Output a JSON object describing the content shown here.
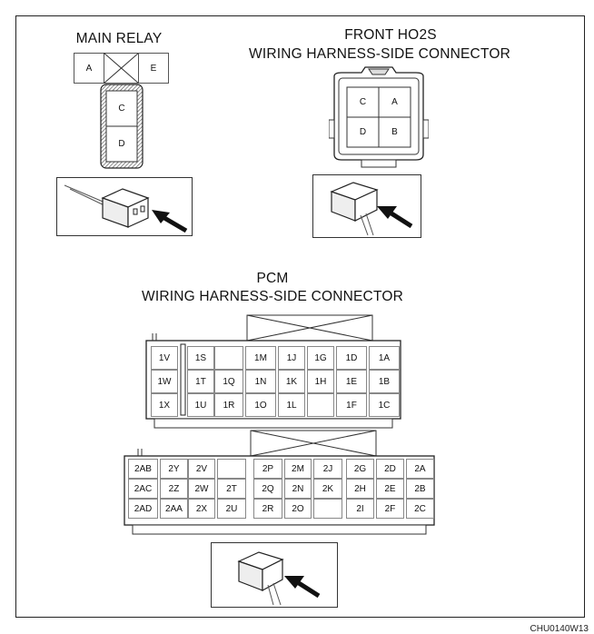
{
  "main_relay": {
    "title": "MAIN RELAY",
    "terminals": [
      "A",
      "E",
      "C",
      "D"
    ]
  },
  "front_ho2s": {
    "title_line1": "FRONT HO2S",
    "title_line2": "WIRING HARNESS-SIDE CONNECTOR",
    "terminals": [
      "C",
      "A",
      "D",
      "B"
    ]
  },
  "pcm": {
    "title_line1": "PCM",
    "title_line2": "WIRING HARNESS-SIDE CONNECTOR",
    "connector1": {
      "rows": [
        [
          "1V",
          "1S",
          "",
          "1M",
          "1J",
          "1G",
          "1D",
          "1A"
        ],
        [
          "1W",
          "1T",
          "1Q",
          "1N",
          "1K",
          "1H",
          "1E",
          "1B"
        ],
        [
          "1X",
          "1U",
          "1R",
          "1O",
          "1L",
          "",
          "1F",
          "1C"
        ]
      ]
    },
    "connector2": {
      "rows": [
        [
          "2AB",
          "2Y",
          "2V",
          "",
          "2P",
          "2M",
          "2J",
          "2G",
          "2D",
          "2A"
        ],
        [
          "2AC",
          "2Z",
          "2W",
          "2T",
          "2Q",
          "2N",
          "2K",
          "2H",
          "2E",
          "2B"
        ],
        [
          "2AD",
          "2AA",
          "2X",
          "2U",
          "2R",
          "2O",
          "",
          "2I",
          "2F",
          "2C"
        ]
      ]
    }
  },
  "figure_code": "CHU0140W13"
}
